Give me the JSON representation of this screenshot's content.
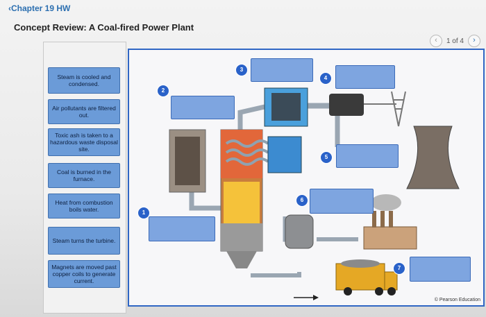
{
  "header": {
    "back_link": "Chapter 19 HW",
    "title": "Concept Review: A Coal-fired Power Plant"
  },
  "pager": {
    "count": "1 of 4"
  },
  "labels": [
    "Steam is cooled and condensed.",
    "Air pollutants are filtered out.",
    "Toxic ash is taken to a hazardous waste disposal site.",
    "Coal is burned in the furnace.",
    "Heat from combustion boils water.",
    "Steam turns the turbine.",
    "Magnets are moved past copper coils to generate current."
  ],
  "markers": [
    "1",
    "2",
    "3",
    "4",
    "5",
    "6",
    "7"
  ],
  "credit": "© Pearson Education",
  "colors": {
    "accent": "#2f66c4",
    "tile": "#6b9bd8",
    "drop": "#7ea5e0"
  }
}
